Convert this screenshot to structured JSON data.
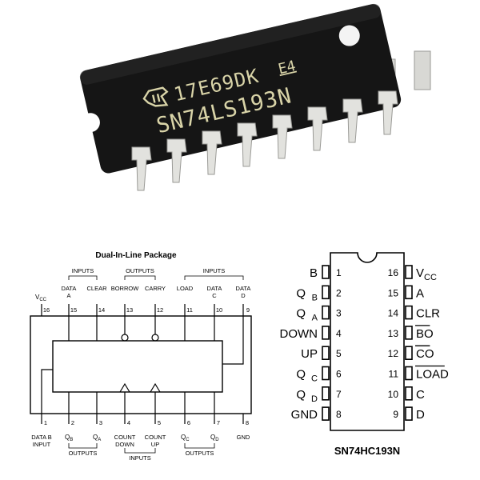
{
  "chip_photo": {
    "line1": "17E69DK",
    "line1_suffix": "E4",
    "line2": "SN74LS193N",
    "body_color": "#141414",
    "pin_color": "#e0e0dc",
    "text_color": "#d9d4a8"
  },
  "dip": {
    "title": "Dual-In-Line Package",
    "groups_top": [
      "INPUTS",
      "OUTPUTS",
      "INPUTS"
    ],
    "groups_bottom": [
      "OUTPUTS",
      "INPUTS",
      "OUTPUTS"
    ],
    "top_pins": [
      {
        "num": "16",
        "label": "VCC",
        "sub": ""
      },
      {
        "num": "15",
        "label": "DATA",
        "label2": "A"
      },
      {
        "num": "14",
        "label": "CLEAR",
        "label2": ""
      },
      {
        "num": "13",
        "label": "BORROW",
        "label2": ""
      },
      {
        "num": "12",
        "label": "CARRY",
        "label2": ""
      },
      {
        "num": "11",
        "label": "LOAD",
        "label2": ""
      },
      {
        "num": "10",
        "label": "DATA",
        "label2": "C"
      },
      {
        "num": "9",
        "label": "DATA",
        "label2": "D"
      }
    ],
    "bottom_pins": [
      {
        "num": "1",
        "label": "DATA B",
        "label2": "INPUT"
      },
      {
        "num": "2",
        "label": "QB",
        "label2": ""
      },
      {
        "num": "3",
        "label": "QA",
        "label2": ""
      },
      {
        "num": "4",
        "label": "COUNT",
        "label2": "DOWN"
      },
      {
        "num": "5",
        "label": "COUNT",
        "label2": "UP"
      },
      {
        "num": "6",
        "label": "QC",
        "label2": ""
      },
      {
        "num": "7",
        "label": "QD",
        "label2": ""
      },
      {
        "num": "8",
        "label": "GND",
        "label2": ""
      }
    ]
  },
  "pinout": {
    "part": "SN74HC193N",
    "left": [
      {
        "num": "1",
        "name": "B",
        "sub": ""
      },
      {
        "num": "2",
        "name": "Q",
        "sub": "B"
      },
      {
        "num": "3",
        "name": "Q",
        "sub": "A"
      },
      {
        "num": "4",
        "name": "DOWN",
        "sub": ""
      },
      {
        "num": "5",
        "name": "UP",
        "sub": ""
      },
      {
        "num": "6",
        "name": "Q",
        "sub": "C"
      },
      {
        "num": "7",
        "name": "Q",
        "sub": "D"
      },
      {
        "num": "8",
        "name": "GND",
        "sub": ""
      }
    ],
    "right": [
      {
        "num": "16",
        "name": "V",
        "sub": "CC",
        "over": false
      },
      {
        "num": "15",
        "name": "A",
        "sub": "",
        "over": false
      },
      {
        "num": "14",
        "name": "CLR",
        "sub": "",
        "over": false
      },
      {
        "num": "13",
        "name": "BO",
        "sub": "",
        "over": true
      },
      {
        "num": "12",
        "name": "CO",
        "sub": "",
        "over": true
      },
      {
        "num": "11",
        "name": "LOAD",
        "sub": "",
        "over": true
      },
      {
        "num": "10",
        "name": "C",
        "sub": "",
        "over": false
      },
      {
        "num": "9",
        "name": "D",
        "sub": "",
        "over": false
      }
    ]
  }
}
